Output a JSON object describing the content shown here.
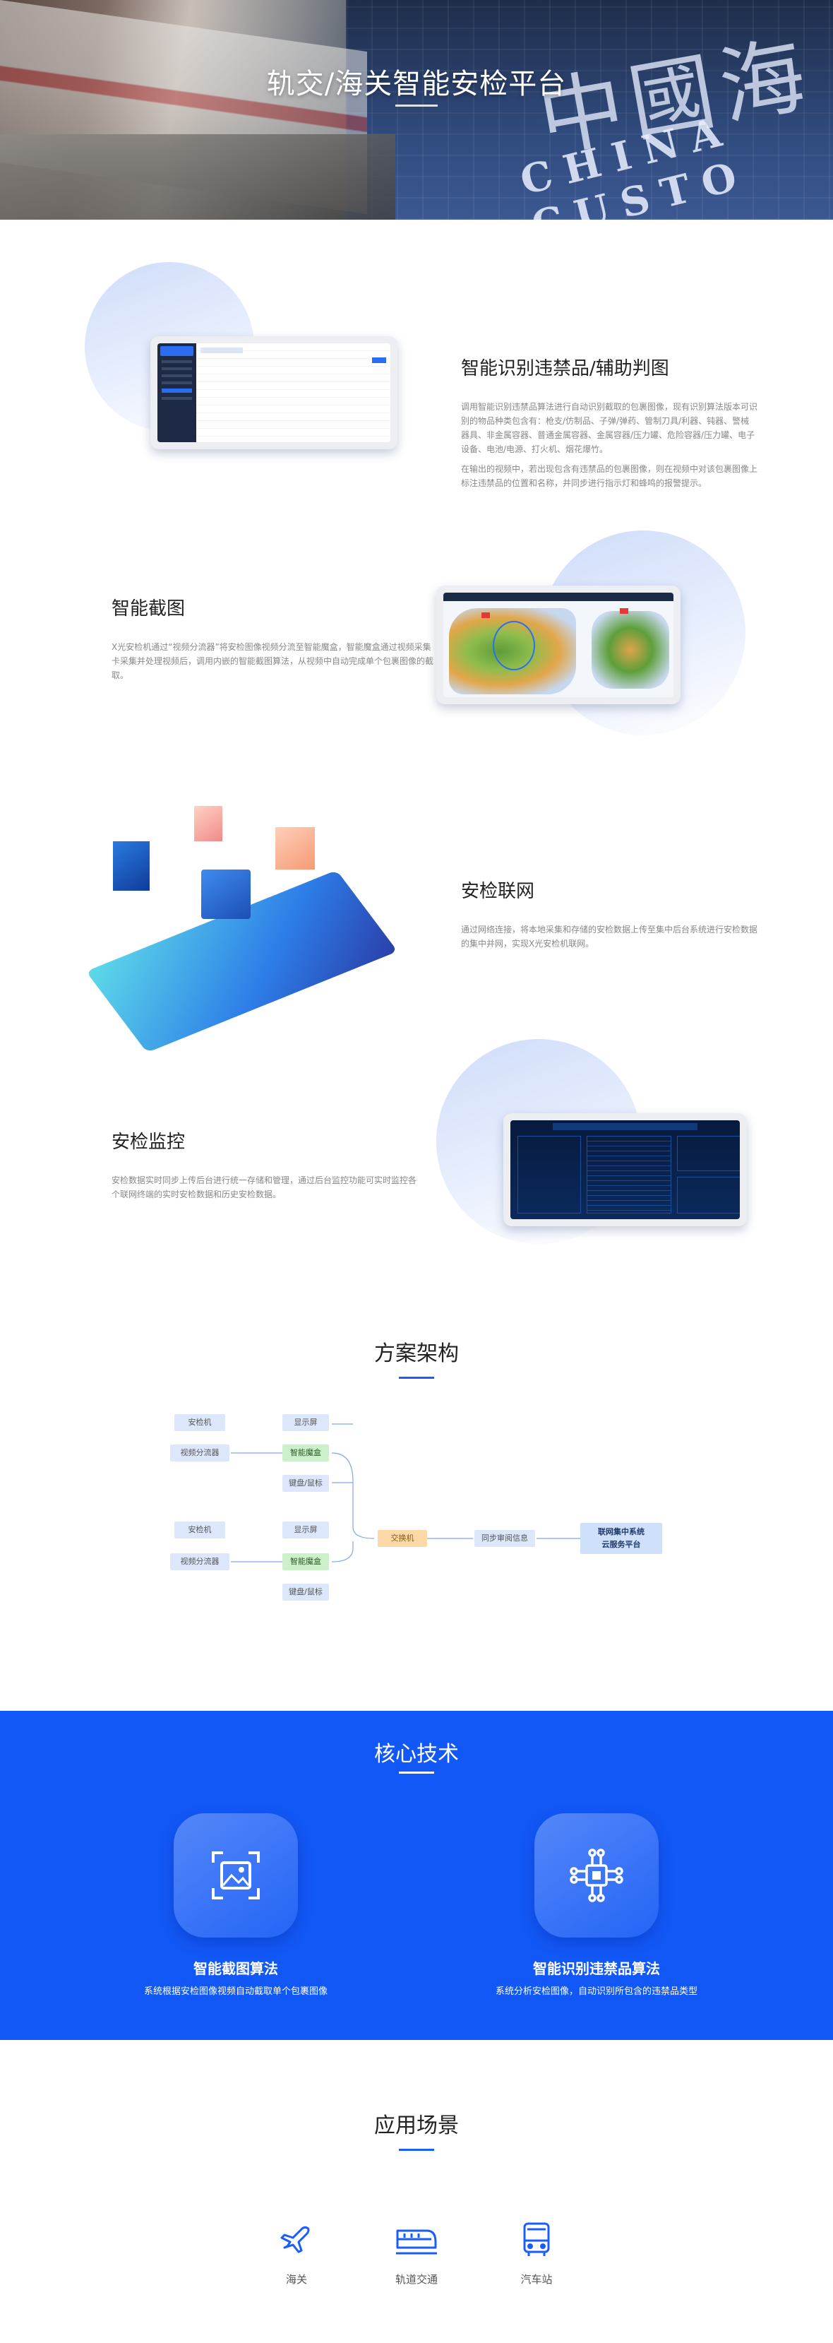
{
  "hero": {
    "title": "轨交/海关智能安检平台",
    "building_text": "CHINA CUSTO",
    "calligraphy": "中國海"
  },
  "features": [
    {
      "title": "智能识别违禁品/辅助判图",
      "paragraphs": [
        "调用智能识别违禁品算法进行自动识别截取的包裹图像，现有识别算法版本可识别的物品种类包含有：枪支/仿制品、子弹/弹药、管制刀具/利器、钝器、警械器具、非金属容器、普通金属容器、金属容器/压力罐、危险容器/压力罐、电子设备、电池/电源、打火机、烟花爆竹。",
        "在输出的视频中，若出现包含有违禁品的包裹图像，则在视频中对该包裹图像上标注违禁品的位置和名称，并同步进行指示灯和蜂鸣的报警提示。"
      ]
    },
    {
      "title": "智能截图",
      "paragraphs": [
        "X光安检机通过“视频分流器”将安检图像视频分流至智能魔盒，智能魔盒通过视频采集卡采集并处理视频后，调用内嵌的智能截图算法，从视频中自动完成单个包裹图像的截取。"
      ]
    },
    {
      "title": "安检联网",
      "paragraphs": [
        "通过网络连接，将本地采集和存储的安检数据上传至集中后台系统进行安检数据的集中并网，实现X光安检机联网。"
      ]
    },
    {
      "title": "安检监控",
      "paragraphs": [
        "安检数据实时同步上传后台进行统一存储和管理，通过后台监控功能可实时监控各个联网终端的实时安检数据和历史安检数据。"
      ]
    }
  ],
  "architecture": {
    "title": "方案架构",
    "group1": {
      "machine": "安检机",
      "splitter": "视频分流器",
      "display": "显示屏",
      "box": "智能魔盒",
      "keyboard": "键盘/鼠标"
    },
    "group2": {
      "machine": "安检机",
      "splitter": "视频分流器",
      "display": "显示屏",
      "box": "智能魔盒",
      "keyboard": "键盘/鼠标"
    },
    "switch": "交换机",
    "sync": "同步审阅信息",
    "platform_line1": "联网集中系统",
    "platform_line2": "云服务平台"
  },
  "core": {
    "title": "核心技术",
    "items": [
      {
        "title": "智能截图算法",
        "desc": "系统根据安检图像视频自动截取单个包裹图像",
        "icon": "image-crop-icon"
      },
      {
        "title": "智能识别违禁品算法",
        "desc": "系统分析安检图像，自动识别所包含的违禁品类型",
        "icon": "chip-icon"
      }
    ]
  },
  "scenes": {
    "title": "应用场景",
    "items": [
      {
        "label": "海关",
        "icon": "airplane-icon"
      },
      {
        "label": "轨道交通",
        "icon": "train-icon"
      },
      {
        "label": "汽车站",
        "icon": "bus-icon"
      }
    ]
  },
  "colors": {
    "primary": "#1258f6",
    "accent": "#1a5cff",
    "box_blue": "#dce7fb",
    "box_green": "#ccf0c9",
    "box_orange": "#fcd9a6"
  }
}
